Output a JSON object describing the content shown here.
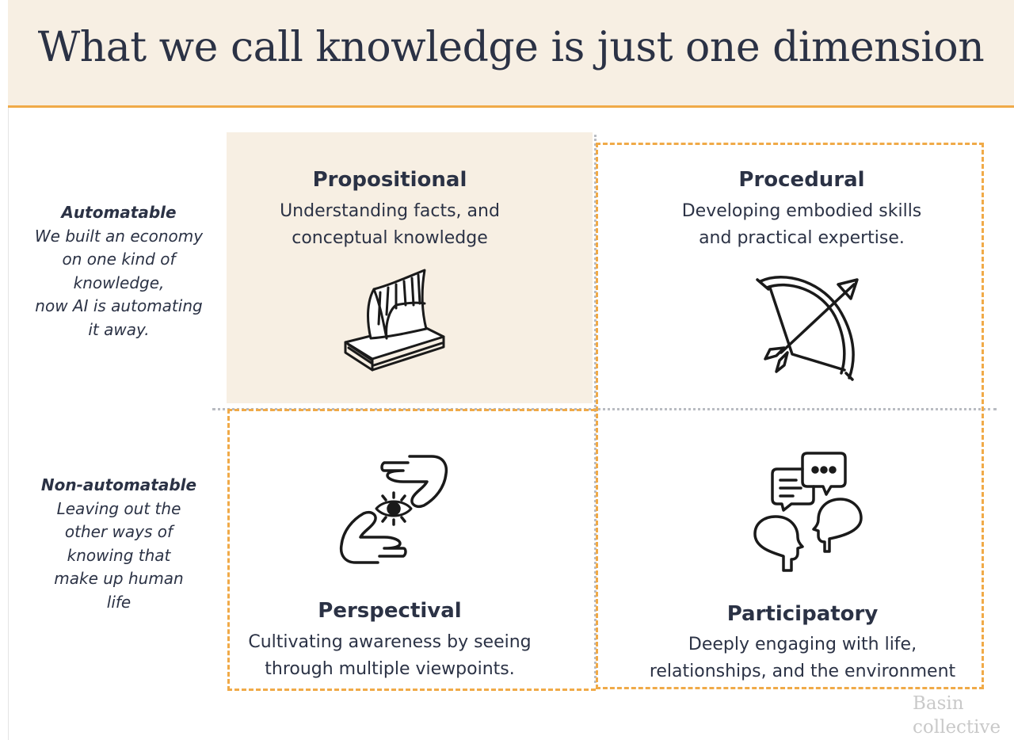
{
  "header": {
    "title": "What we call knowledge is just one dimension"
  },
  "rows": [
    {
      "heading": "Automatable",
      "body": "We built an economy\non one kind of\nknowledge,\nnow AI is automating\nit away."
    },
    {
      "heading": "Non-automatable",
      "body": "Leaving out the\nother ways of\nknowing that\nmake up human\nlife"
    }
  ],
  "quadrants": {
    "propositional": {
      "title": "Propositional",
      "desc": "Understanding facts, and\nconceptual knowledge",
      "icon": "book-icon"
    },
    "procedural": {
      "title": "Procedural",
      "desc": "Developing embodied skills\nand practical expertise.",
      "icon": "bow-and-arrow-icon"
    },
    "perspectival": {
      "title": "Perspectival",
      "desc": "Cultivating awareness by seeing\nthrough multiple viewpoints.",
      "icon": "eye-and-pointing-hands-icon"
    },
    "participatory": {
      "title": "Participatory",
      "desc": "Deeply engaging with life,\nrelationships, and the environment",
      "icon": "heads-with-speech-bubbles-icon"
    }
  },
  "watermark": "Basin\ncollective",
  "colors": {
    "accent": "#f0aa48",
    "highlight_bg": "#f7efe3",
    "text": "#2b3245"
  }
}
